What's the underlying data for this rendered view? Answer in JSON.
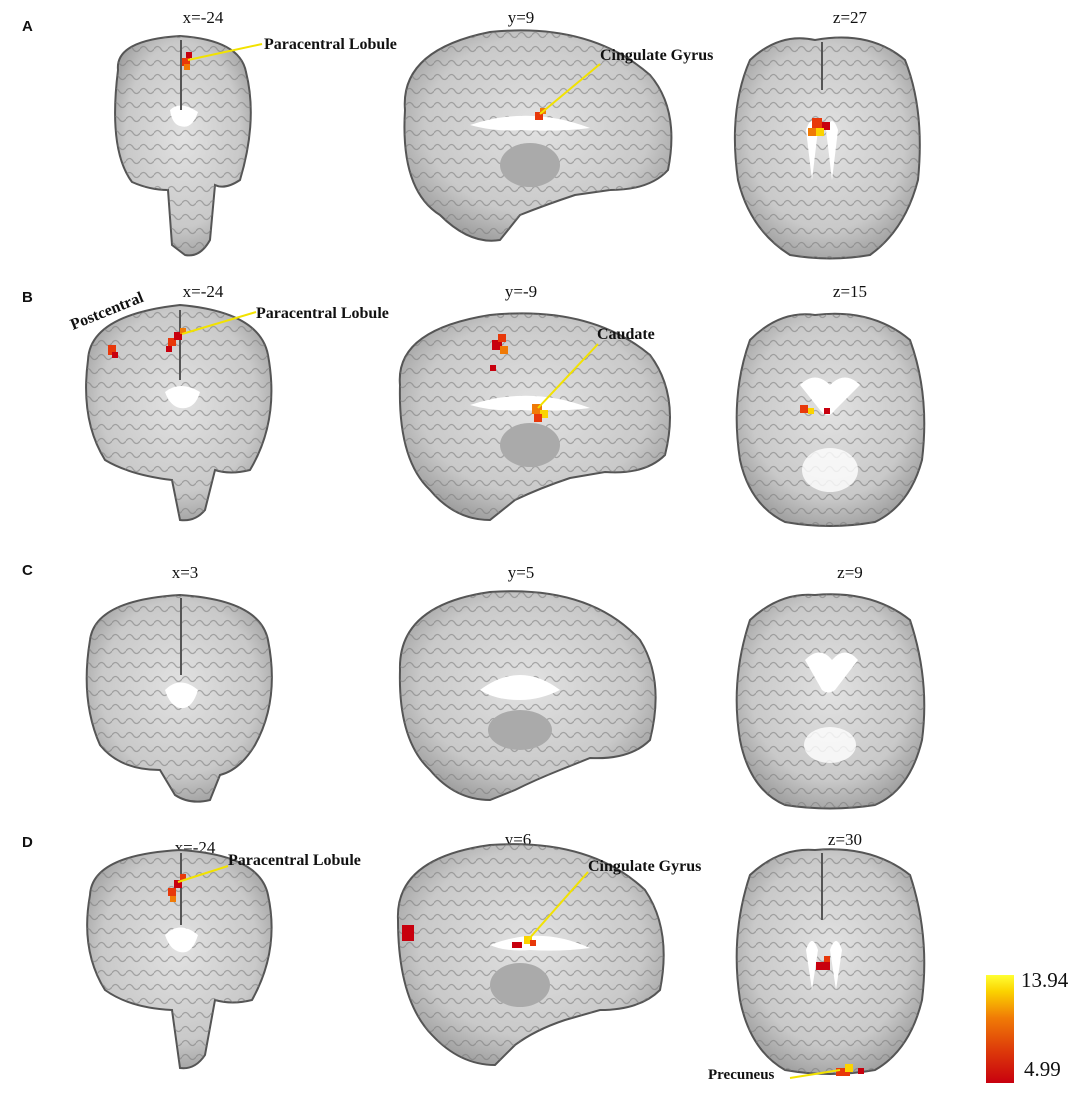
{
  "rows": [
    {
      "letter": "A",
      "slices": [
        "x=-24",
        "y=9",
        "z=27"
      ],
      "annotations": [
        "Paracentral Lobule",
        "Cingulate Gyrus"
      ]
    },
    {
      "letter": "B",
      "slices": [
        "x=-24",
        "y=-9",
        "z=15"
      ],
      "annotations": [
        "Postcentral",
        "Paracentral Lobule",
        "Caudate"
      ]
    },
    {
      "letter": "C",
      "slices": [
        "x=3",
        "y=5",
        "z=9"
      ],
      "annotations": []
    },
    {
      "letter": "D",
      "slices": [
        "x=-24",
        "y=6",
        "z=30"
      ],
      "annotations": [
        "Paracentral Lobule",
        "Cingulate Gyrus",
        "Precuneus"
      ]
    }
  ],
  "colorbar": {
    "max": "13.94",
    "min": "4.99",
    "colors": [
      "#c8000e",
      "#f07a06",
      "#ffff33"
    ]
  },
  "palette": {
    "brain_fill": "#bdbdbd",
    "brain_edge": "#5a5a5a",
    "annotation_line": "#f2e200"
  }
}
